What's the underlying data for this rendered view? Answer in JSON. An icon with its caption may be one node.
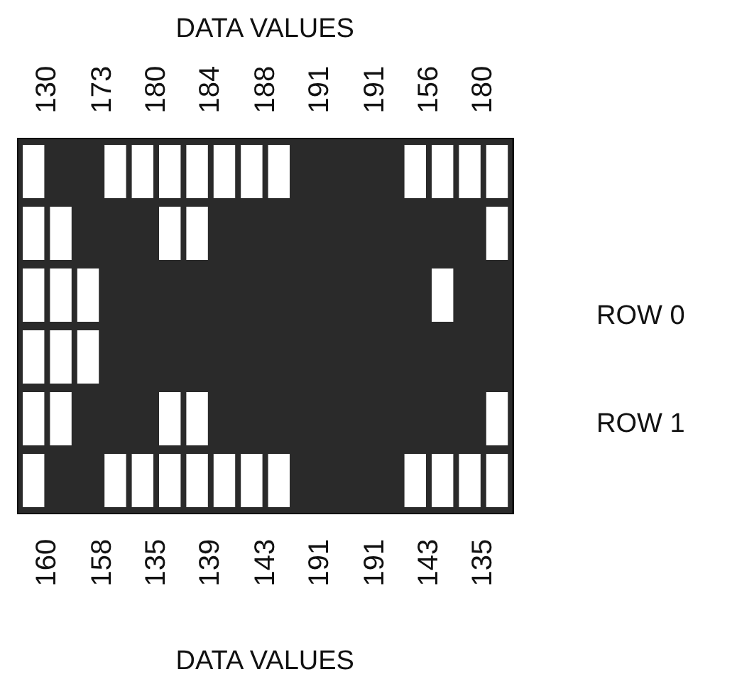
{
  "diagram": {
    "labels": [
      "DATA VALUES",
      "130",
      "173",
      "180",
      "184",
      "188",
      "191",
      "191",
      "156",
      "180",
      "ROW 0",
      "ROW 1",
      "160",
      "158",
      "135",
      "139",
      "143",
      "191",
      "191",
      "143",
      "135",
      "DATA VALUES"
    ]
  }
}
